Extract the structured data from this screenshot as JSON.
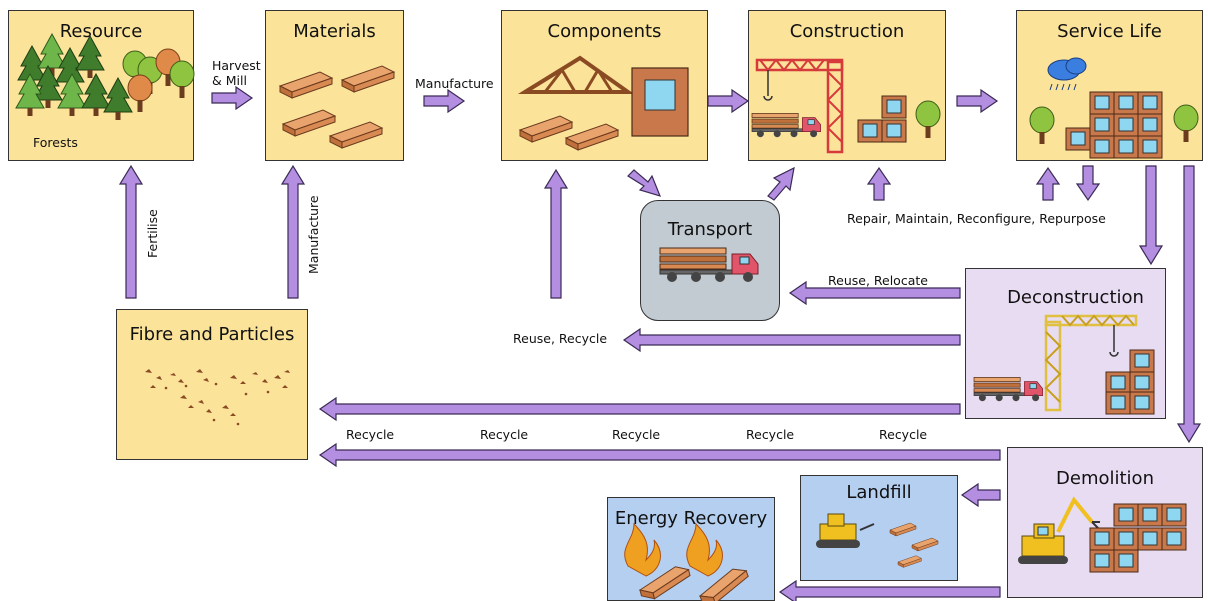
{
  "colors": {
    "stage_box": "#fbe39a",
    "end_of_life_box": "#e8dcf2",
    "outcome_box": "#b4cff0",
    "transport_box": "#c3cbd2",
    "arrow": "#b48ee0",
    "arrow_outline": "#3a2a55"
  },
  "stages": {
    "resource": "Resource",
    "materials": "Materials",
    "components": "Components",
    "construction": "Construction",
    "service_life": "Service Life",
    "transport": "Transport",
    "deconstruction": "Deconstruction",
    "fibre": "Fibre and Particles",
    "demolition": "Demolition",
    "landfill": "Landfill",
    "energy": "Energy Recovery"
  },
  "labels": {
    "forests": "Forests",
    "harvest_1": "Harvest",
    "harvest_2": "& Mill",
    "manufacture_top": "Manufacture",
    "manufacture_side": "Manufacture",
    "fertilise": "Fertilise",
    "repair": "Repair, Maintain, Reconfigure, Repurpose",
    "reuse_relocate": "Reuse, Relocate",
    "reuse_recycle": "Reuse, Recycle",
    "recycle": [
      "Recycle",
      "Recycle",
      "Recycle",
      "Recycle",
      "Recycle"
    ]
  },
  "icons": [
    "tree-icon",
    "timber-icon",
    "roof-truss-icon",
    "window-panel-icon",
    "crane-icon",
    "truck-icon",
    "building-icon",
    "rain-cloud-icon",
    "excavator-icon",
    "bulldozer-icon",
    "fire-icon",
    "particles-icon"
  ]
}
